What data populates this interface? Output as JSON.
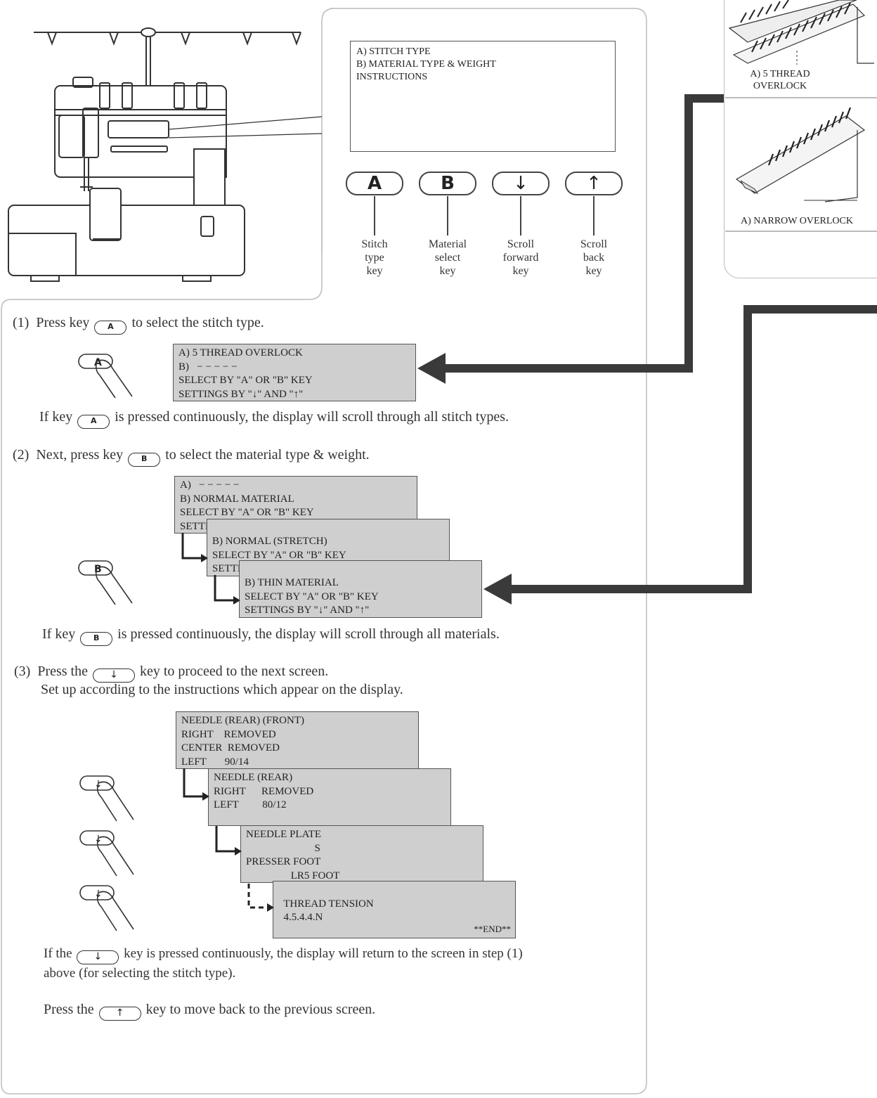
{
  "display_panel": {
    "lines": [
      "A) STITCH TYPE",
      "B) MATERIAL TYPE & WEIGHT",
      "INSTRUCTIONS"
    ]
  },
  "keys": [
    {
      "symbol": "A",
      "label": "Stitch\ntype\nkey"
    },
    {
      "symbol": "B",
      "label": "Material\nselect\nkey"
    },
    {
      "symbol": "↓",
      "label": "Scroll\nforward\nkey"
    },
    {
      "symbol": "↑",
      "label": "Scroll\nback\nkey"
    }
  ],
  "step1": {
    "num": "(1)",
    "pre": "Press key",
    "key": "A",
    "post": "to select the stitch type.",
    "display": "A) 5 THREAD OVERLOCK\nB)   − − − − −\nSELECT BY \"A\" OR \"B\" KEY\nSETTINGS BY \"↓\" AND \"↑\"",
    "note_pre": "If key",
    "note_post": "is pressed continuously, the display will scroll through all stitch types."
  },
  "step2": {
    "num": "(2)",
    "pre": "Next, press key",
    "key": "B",
    "post": "to select the material type & weight.",
    "displays": [
      "A)   − − − − −\nB) NORMAL MATERIAL\nSELECT BY \"A\" OR \"B\" KEY\nSETTINGS BY \"↓\" AND \"↑\"",
      "B) NORMAL (STRETCH)\nSELECT BY \"A\" OR \"B\" KEY\nSETTINGS BY \"↓\" AND \"↑\"",
      "B) THIN MATERIAL\nSELECT BY \"A\" OR \"B\" KEY\nSETTINGS BY \"↓\" AND \"↑\""
    ],
    "note_pre": "If key",
    "note_post": "is pressed continuously, the display will scroll through all materials."
  },
  "step3": {
    "num": "(3)",
    "pre": "Press the",
    "key": "↓",
    "post": "key to proceed to the next screen.",
    "line2": "Set up according to the instructions which appear on the display.",
    "displays": [
      "NEEDLE (REAR) (FRONT)\nRIGHT    REMOVED\nCENTER  REMOVED\nLEFT       90/14",
      "NEEDLE (REAR)\nRIGHT      REMOVED\nLEFT         80/12",
      "NEEDLE PLATE\n                          S\nPRESSER FOOT\n                 LR5 FOOT",
      "THREAD TENSION\n  4.5.4.4.N"
    ],
    "end_label": "**END**",
    "note1_pre": "If the",
    "note1_post": "key is pressed continuously, the display will return to the screen in step (1)",
    "note1_line2": "above (for selecting the stitch type).",
    "note2_pre": "Press the",
    "note2_key": "↑",
    "note2_post": "key to move back to the previous screen."
  },
  "thumbnails": [
    {
      "caption": "A) 5 THREAD\nOVERLOCK"
    },
    {
      "caption": "A) NARROW OVERLOCK"
    }
  ]
}
